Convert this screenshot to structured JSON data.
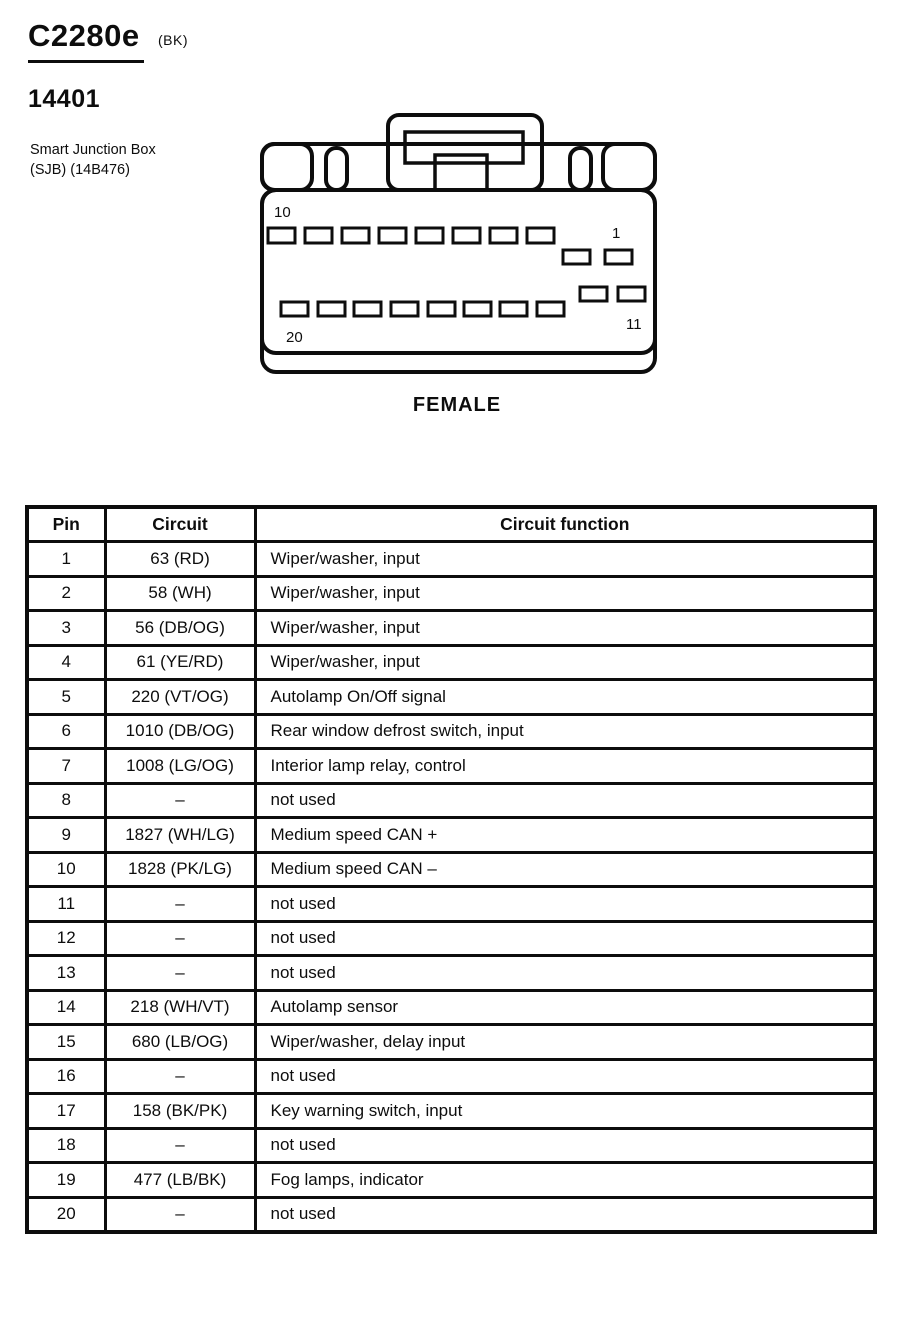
{
  "page": {
    "connector_id": "C2280e",
    "connector_color_code": "(BK)",
    "part_number": "14401",
    "component_name_line1": "Smart Junction Box",
    "component_name_line2": "(SJB) (14B476)",
    "gender_caption": "FEMALE"
  },
  "diagram": {
    "pin_label_top_left": "10",
    "pin_label_top_right": "1",
    "pin_label_bottom_left": "20",
    "pin_label_bottom_right": "11"
  },
  "table": {
    "headers": [
      "Pin",
      "Circuit",
      "Circuit function"
    ],
    "rows": [
      {
        "pin": "1",
        "circuit": "63 (RD)",
        "function": "Wiper/washer, input"
      },
      {
        "pin": "2",
        "circuit": "58 (WH)",
        "function": "Wiper/washer, input"
      },
      {
        "pin": "3",
        "circuit": "56 (DB/OG)",
        "function": "Wiper/washer, input"
      },
      {
        "pin": "4",
        "circuit": "61 (YE/RD)",
        "function": "Wiper/washer, input"
      },
      {
        "pin": "5",
        "circuit": "220 (VT/OG)",
        "function": "Autolamp On/Off signal"
      },
      {
        "pin": "6",
        "circuit": "1010 (DB/OG)",
        "function": "Rear window defrost switch, input"
      },
      {
        "pin": "7",
        "circuit": "1008 (LG/OG)",
        "function": "Interior lamp relay, control"
      },
      {
        "pin": "8",
        "circuit": "–",
        "function": "not used"
      },
      {
        "pin": "9",
        "circuit": "1827 (WH/LG)",
        "function": "Medium speed CAN +"
      },
      {
        "pin": "10",
        "circuit": "1828 (PK/LG)",
        "function": "Medium speed CAN –"
      },
      {
        "pin": "11",
        "circuit": "–",
        "function": "not used"
      },
      {
        "pin": "12",
        "circuit": "–",
        "function": "not used"
      },
      {
        "pin": "13",
        "circuit": "–",
        "function": "not used"
      },
      {
        "pin": "14",
        "circuit": "218 (WH/VT)",
        "function": "Autolamp sensor"
      },
      {
        "pin": "15",
        "circuit": "680 (LB/OG)",
        "function": "Wiper/washer, delay input"
      },
      {
        "pin": "16",
        "circuit": "–",
        "function": "not used"
      },
      {
        "pin": "17",
        "circuit": "158 (BK/PK)",
        "function": "Key warning switch, input"
      },
      {
        "pin": "18",
        "circuit": "–",
        "function": "not used"
      },
      {
        "pin": "19",
        "circuit": "477 (LB/BK)",
        "function": "Fog lamps, indicator"
      },
      {
        "pin": "20",
        "circuit": "–",
        "function": "not used"
      }
    ]
  },
  "colors": {
    "ink": "#0d0d0d",
    "paper": "#ffffff"
  }
}
